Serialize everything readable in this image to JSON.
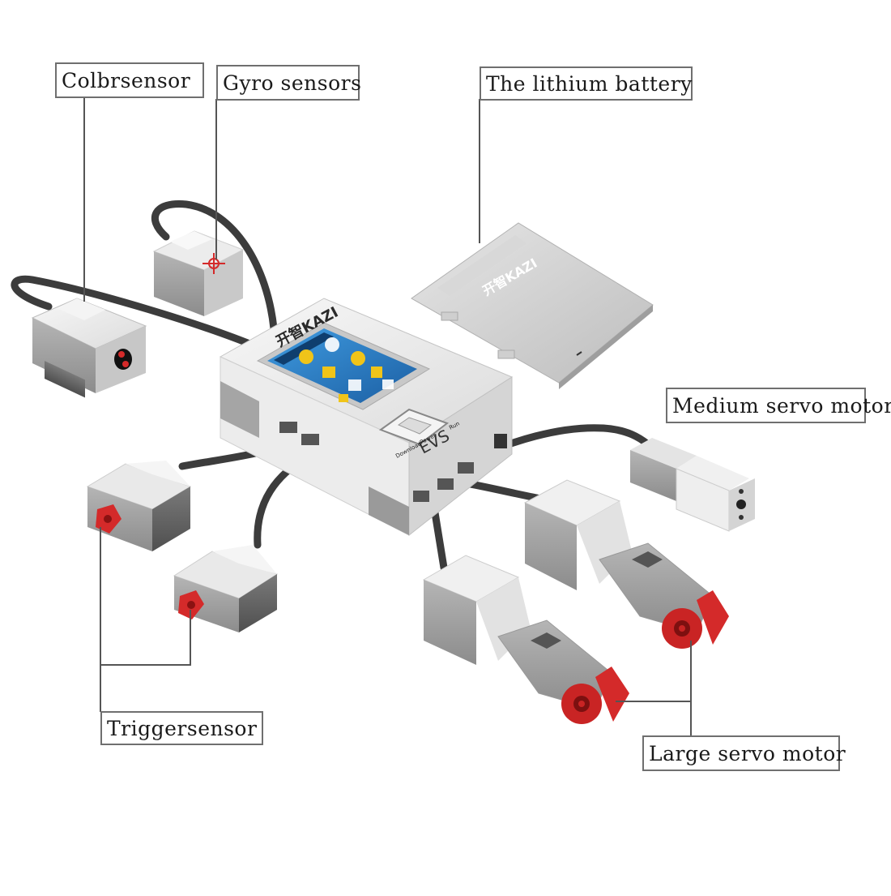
{
  "labels": {
    "color_sensor": "Colbrsensor",
    "gyro_sensor": "Gyro sensors",
    "battery": "The lithium battery",
    "medium_motor": "Medium servo motor",
    "trigger_sensor": "Triggersensor",
    "large_motor": "Large servo motor"
  },
  "brick": {
    "brand": "开智KAZI",
    "model": "EVS",
    "buttons": [
      "Download",
      "Power",
      "Run"
    ]
  },
  "battery_brand": "开智KAZI",
  "colors": {
    "cable": "#3c3c3c",
    "shell_white": "#f2f2f2",
    "shell_grey": "#9a9a9a",
    "dark_grey": "#6e6e6e",
    "screen_blue": "#2a7fc9",
    "accent_red": "#d42a2a",
    "leader_line": "#555555"
  }
}
